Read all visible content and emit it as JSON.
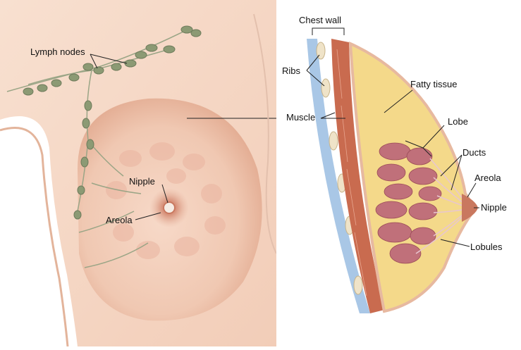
{
  "labels": {
    "lymph_nodes": "Lymph nodes",
    "nipple_front": "Nipple",
    "areola_front": "Areola",
    "chest_wall": "Chest wall",
    "ribs": "Ribs",
    "muscle": "Muscle",
    "fatty_tissue": "Fatty tissue",
    "lobe": "Lobe",
    "ducts": "Ducts",
    "areola_side": "Areola",
    "nipple_side": "Nipple",
    "lobules": "Lobules"
  },
  "colors": {
    "skin": "#f6d7c4",
    "skin_shadow": "#e7b9a0",
    "lymph_node": "#8c9a74",
    "areola": "#c9785f",
    "fat": "#f4d98a",
    "muscle": "#c96b4f",
    "lobule": "#c0707a",
    "rib": "#efe3c8",
    "chest_wall_blue": "#a9c7e6"
  }
}
